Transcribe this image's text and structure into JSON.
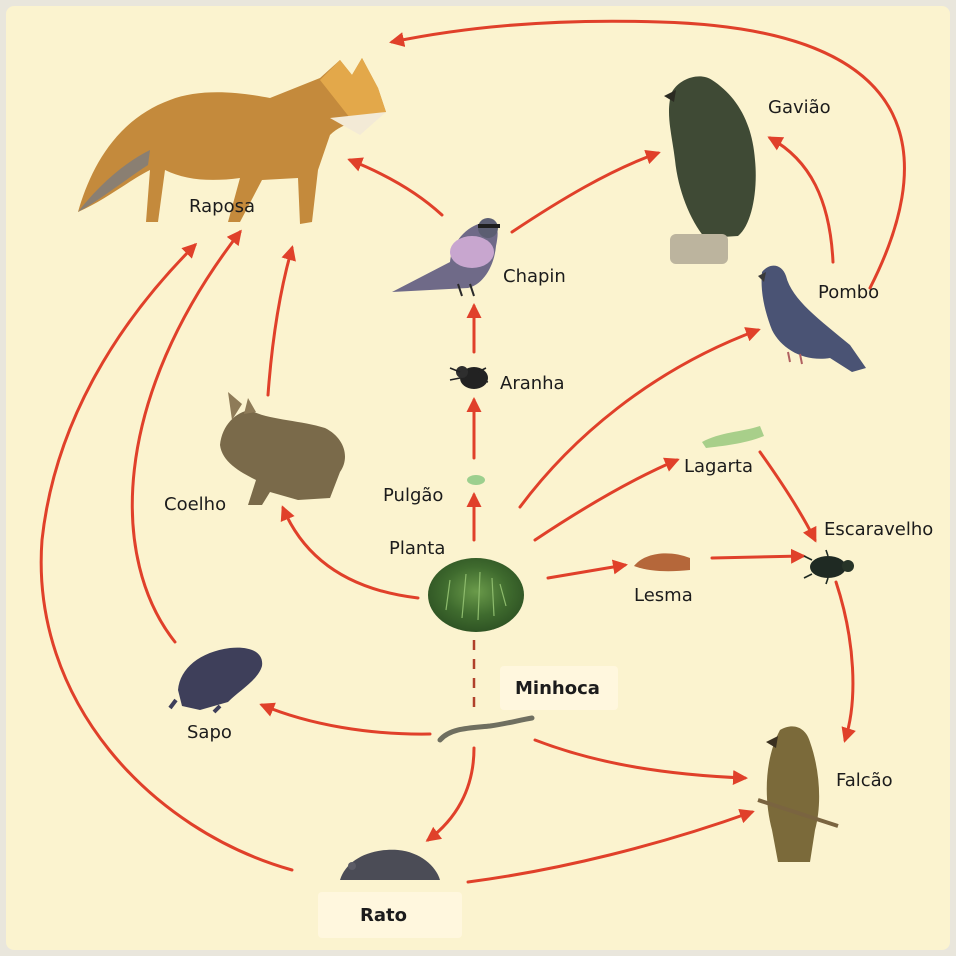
{
  "labels": {
    "raposa": "Raposa",
    "gaviao": "Gavião",
    "chapin": "Chapin",
    "pombo": "Pombo",
    "aranha": "Aranha",
    "lagarta": "Lagarta",
    "pulgao": "Pulgão",
    "coelho": "Coelho",
    "escaravelho": "Escaravelho",
    "planta": "Planta",
    "lesma": "Lesma",
    "minhoca": "Minhoca",
    "sapo": "Sapo",
    "falcao": "Falcão",
    "rato": "Rato"
  },
  "colors": {
    "background": "#fbf3cf",
    "frame": "#e9e6dc",
    "arrow": "#e0402a"
  }
}
